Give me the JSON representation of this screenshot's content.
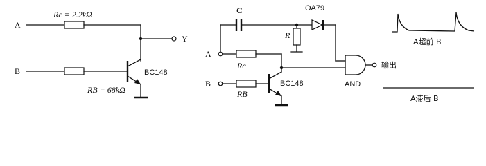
{
  "left_circuit": {
    "input_a": "A",
    "input_b": "B",
    "output_y": "Y",
    "rc_label": "Rc = 2.2kΩ",
    "rb_label": "RB = 68kΩ",
    "transistor": "BC148"
  },
  "right_circuit": {
    "input_a": "A",
    "input_b": "B",
    "capacitor": "C",
    "resistor_r": "R",
    "rc": "Rc",
    "rb": "RB",
    "diode": "OA79",
    "transistor": "BC148",
    "gate": "AND",
    "output": "输出"
  },
  "waveforms": {
    "top_caption": "A超前 B",
    "bottom_caption": "A滞后 B"
  }
}
